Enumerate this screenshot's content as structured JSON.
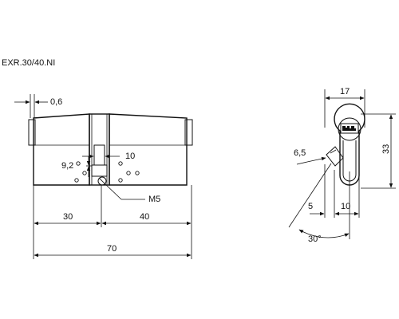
{
  "title": "EXR.30/40.NI",
  "dimensions": {
    "offset": "0,6",
    "cam_width": "10",
    "cam_height": "9,2",
    "screw": "M5",
    "left_length": "30",
    "right_length": "40",
    "total_length": "70",
    "profile_width": "17",
    "profile_height": "33",
    "cam_radius": "6,5",
    "base_offset": "5",
    "base_width": "10",
    "angle": "30°"
  }
}
